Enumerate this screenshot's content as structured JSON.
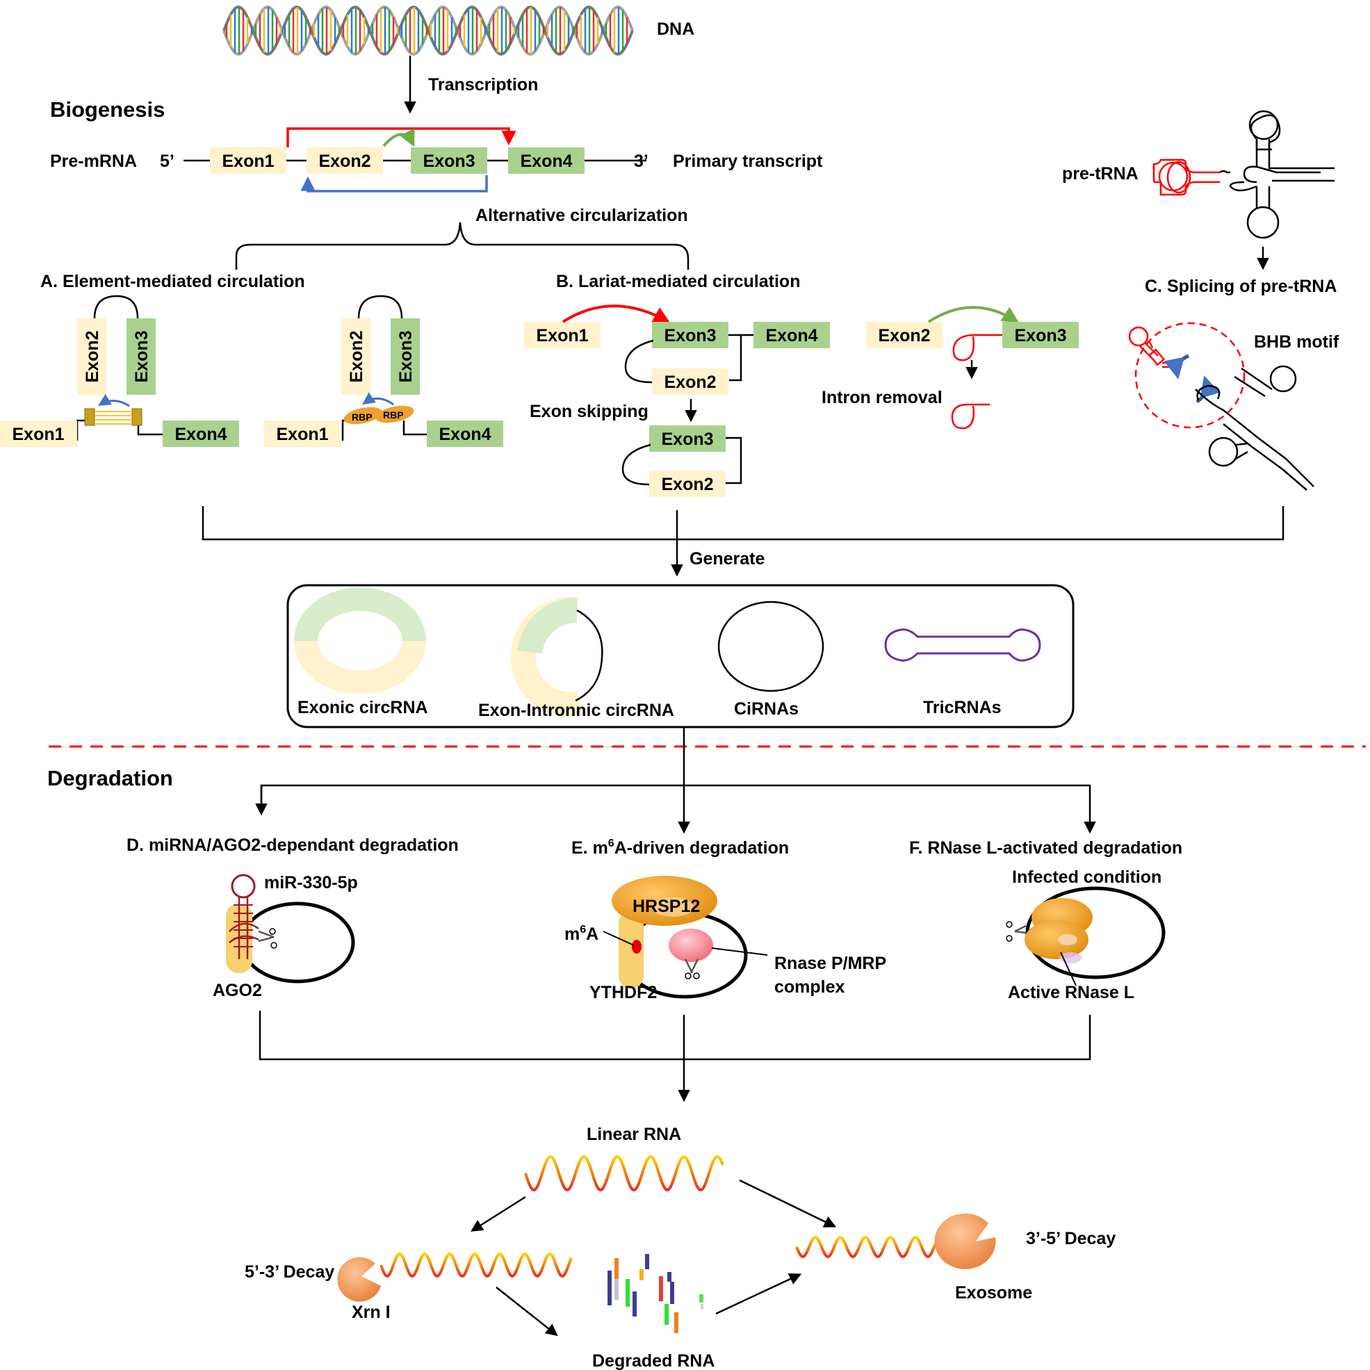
{
  "dna": {
    "label": "DNA",
    "transcription": "Transcription"
  },
  "biogenesis": {
    "header": "Biogenesis",
    "premrna": "Pre-mRNA",
    "five": "5’",
    "three": "3’",
    "primary": "Primary transcript",
    "altcirc": "Alternative circularization",
    "exon1": "Exon1",
    "exon2": "Exon2",
    "exon3": "Exon3",
    "exon4": "Exon4",
    "pretrna": "pre-tRNA"
  },
  "panelA": {
    "title": "A. Element-mediated circulation",
    "rbp": "RBP"
  },
  "panelB": {
    "title": "B. Lariat-mediated circulation",
    "exon_skipping": "Exon skipping",
    "intron_removal": "Intron removal"
  },
  "panelC": {
    "title": "C. Splicing of pre-tRNA",
    "bhb": "BHB motif"
  },
  "generate": {
    "label": "Generate",
    "types": [
      "Exonic circRNA",
      "Exon-Intronnic circRNA",
      "CiRNAs",
      "TricRNAs"
    ]
  },
  "degradation": {
    "header": "Degradation",
    "d_title": "D. miRNA/AGO2-dependant degradation",
    "mir": "miR-330-5p",
    "ago2": "AGO2",
    "e_title_pre": "E. m",
    "e_title_sup": "6",
    "e_title_post": "A-driven degradation",
    "hrsp12": "HRSP12",
    "m6a_pre": "m",
    "m6a_sup": "6",
    "m6a_post": "A",
    "ythdf2": "YTHDF2",
    "rnase_p1": "Rnase P/MRP",
    "rnase_p2": "complex",
    "f_title": "F. RNase L-activated degradation",
    "infected": "Infected condition",
    "active_rnase": "Active RNase L",
    "linear": "Linear RNA",
    "decay53": "5’-3’ Decay",
    "xrn": "Xrn I",
    "decay35": "3’-5’ Decay",
    "exosome": "Exosome",
    "degraded": "Degraded RNA"
  },
  "colors": {
    "exon_light": "#fff2cc",
    "exon_green": "#a9d18e",
    "arrow_red": "#ff0000",
    "arrow_green": "#70ad47",
    "arrow_blue": "#4472c4",
    "orange": "#f4a020",
    "purple": "#7030a0",
    "maroon": "#9c1a2a"
  }
}
